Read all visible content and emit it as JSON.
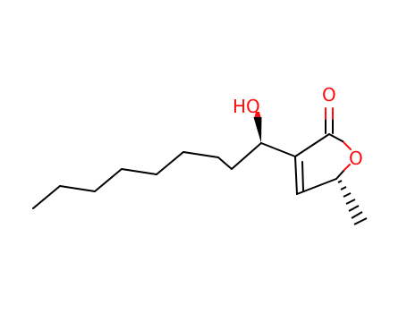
{
  "molecule": {
    "atoms": {
      "hydroxyl": "HO",
      "carbonyl_oxygen": "O",
      "ring_oxygen": "O"
    },
    "colors": {
      "bond": "#000000",
      "oxygen": "#ff0d0d"
    }
  }
}
